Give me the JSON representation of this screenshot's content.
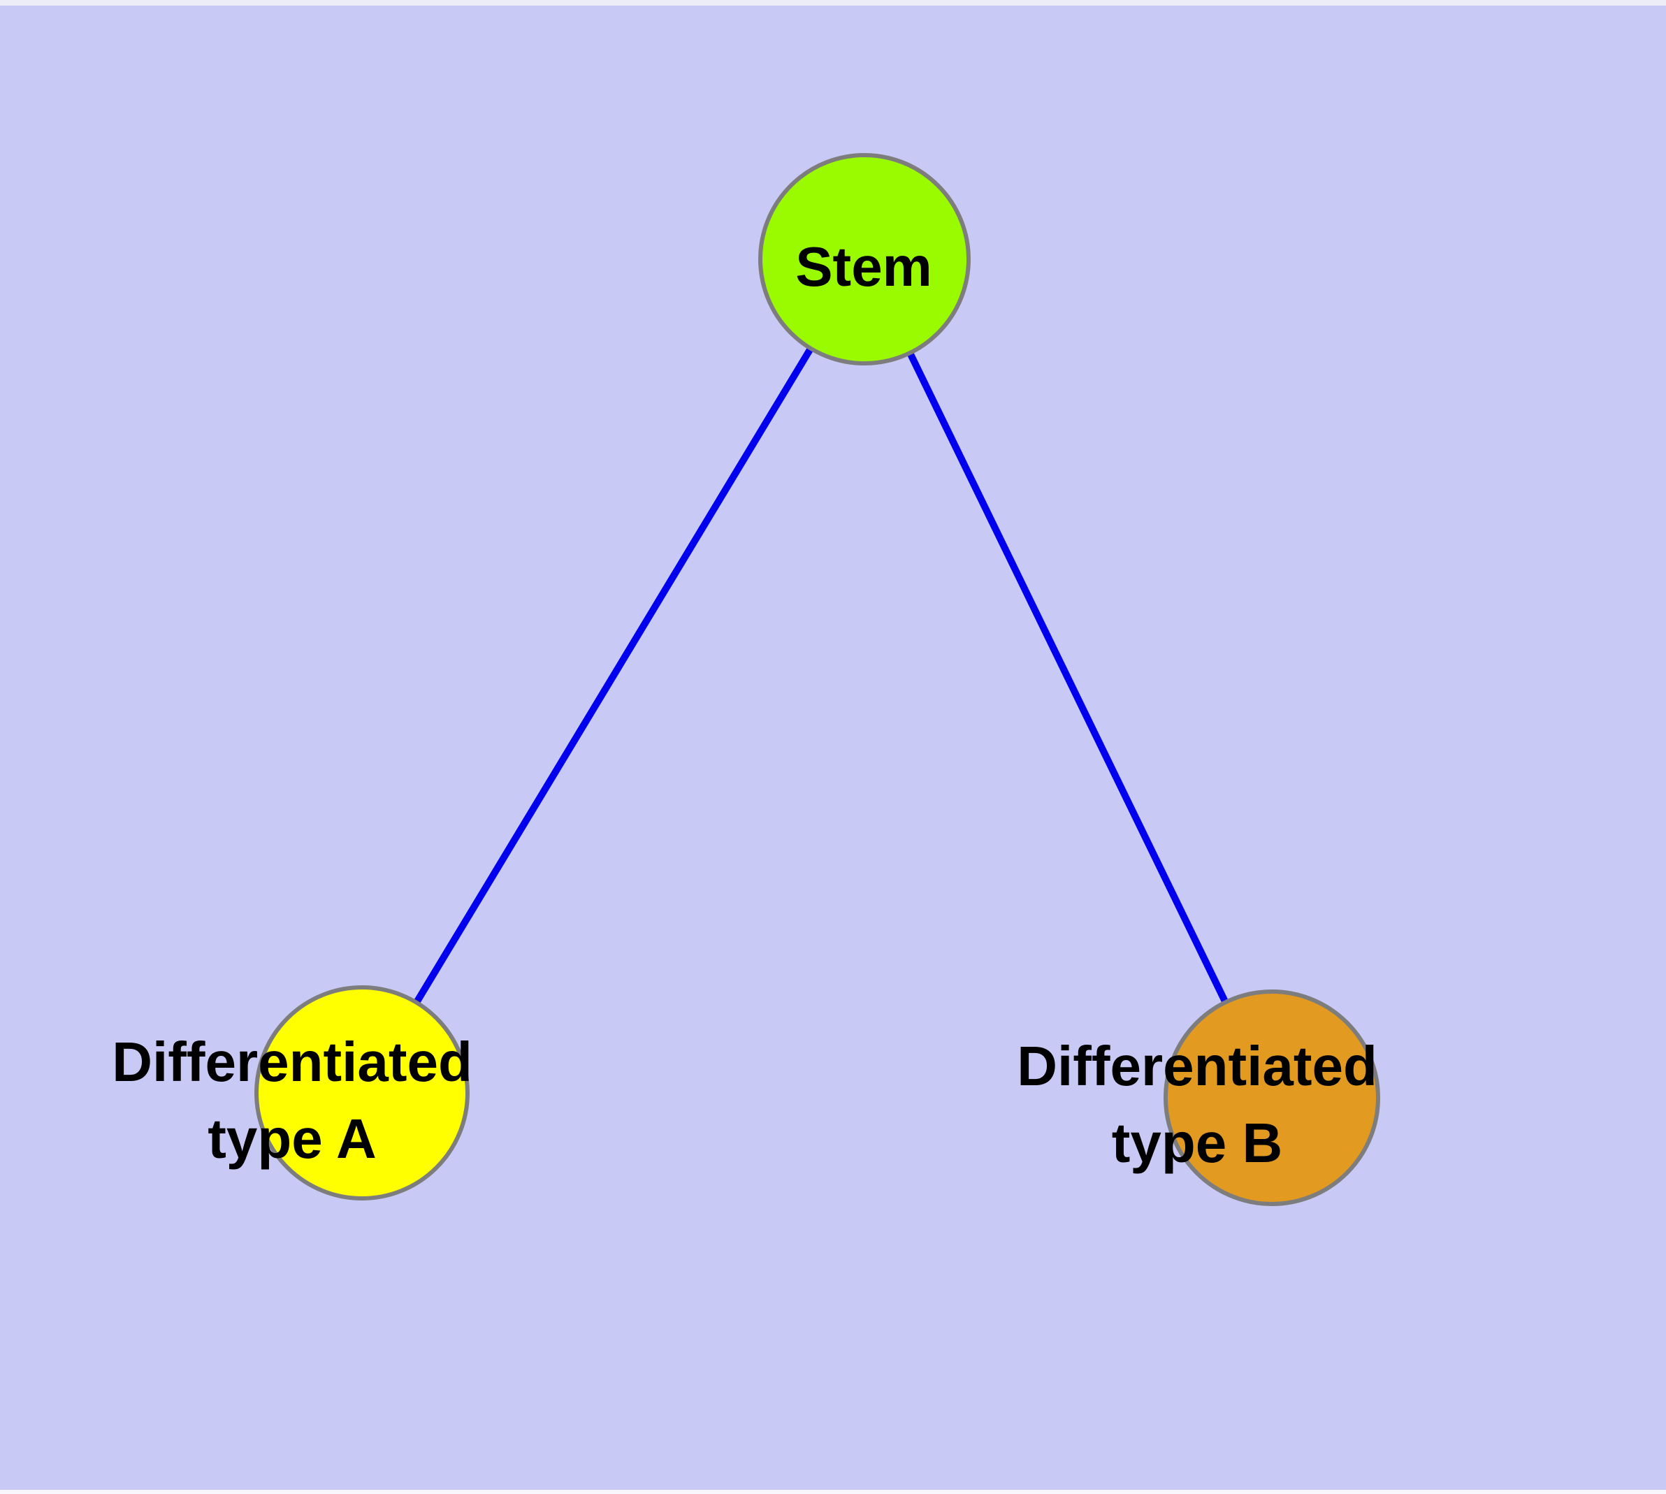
{
  "diagram": {
    "type": "graph",
    "background_color": "#C9C9F6",
    "label_color": "#000000",
    "nodes": [
      {
        "id": "stem",
        "label_lines": [
          "Stem"
        ],
        "fill": "#9AFB00",
        "border": "#7D7D7D"
      },
      {
        "id": "type-a",
        "label_lines": [
          "Differentiated",
          "type A"
        ],
        "fill": "#FFFF00",
        "border": "#7D7D7D"
      },
      {
        "id": "type-b",
        "label_lines": [
          "Differentiated",
          "type B"
        ],
        "fill": "#E39A20",
        "border": "#7D7D7D"
      }
    ],
    "edges": [
      {
        "from": "Stem",
        "to": "Differentiated type A",
        "color": "#0000EE"
      },
      {
        "from": "Stem",
        "to": "Differentiated type B",
        "color": "#0000EE"
      }
    ]
  }
}
